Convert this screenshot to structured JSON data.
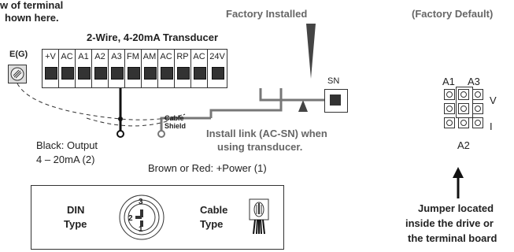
{
  "top_left_note": [
    "w of terminal",
    "hown here."
  ],
  "factory_installed": "Factory Installed",
  "factory_default": "(Factory Default)",
  "transducer_title": "2-Wire, 4-20mA Transducer",
  "eg_label": "E(G)",
  "terminals": [
    "+V",
    "AC",
    "A1",
    "A2",
    "A3",
    "FM",
    "AM",
    "AC",
    "RP",
    "AC",
    "24V"
  ],
  "sn_label": "SN",
  "cable_shield": [
    "Cable",
    "Shield"
  ],
  "install_link": [
    "Install link (AC-SN) when",
    "using transducer."
  ],
  "black_output": [
    "Black: Output",
    "4 – 20mA (2)"
  ],
  "brown_red": "Brown or Red: +Power (1)",
  "din": {
    "line1": "DIN",
    "line2": "Type",
    "pins": [
      "3",
      "2",
      "1"
    ]
  },
  "cable_type": {
    "line1": "Cable",
    "line2": "Type"
  },
  "jumper_labels": {
    "a1": "A1",
    "a3": "A3",
    "v": "V",
    "i": "I",
    "a2": "A2"
  },
  "jumper_note": [
    "Jumper located",
    "inside the drive or",
    "the terminal board"
  ]
}
